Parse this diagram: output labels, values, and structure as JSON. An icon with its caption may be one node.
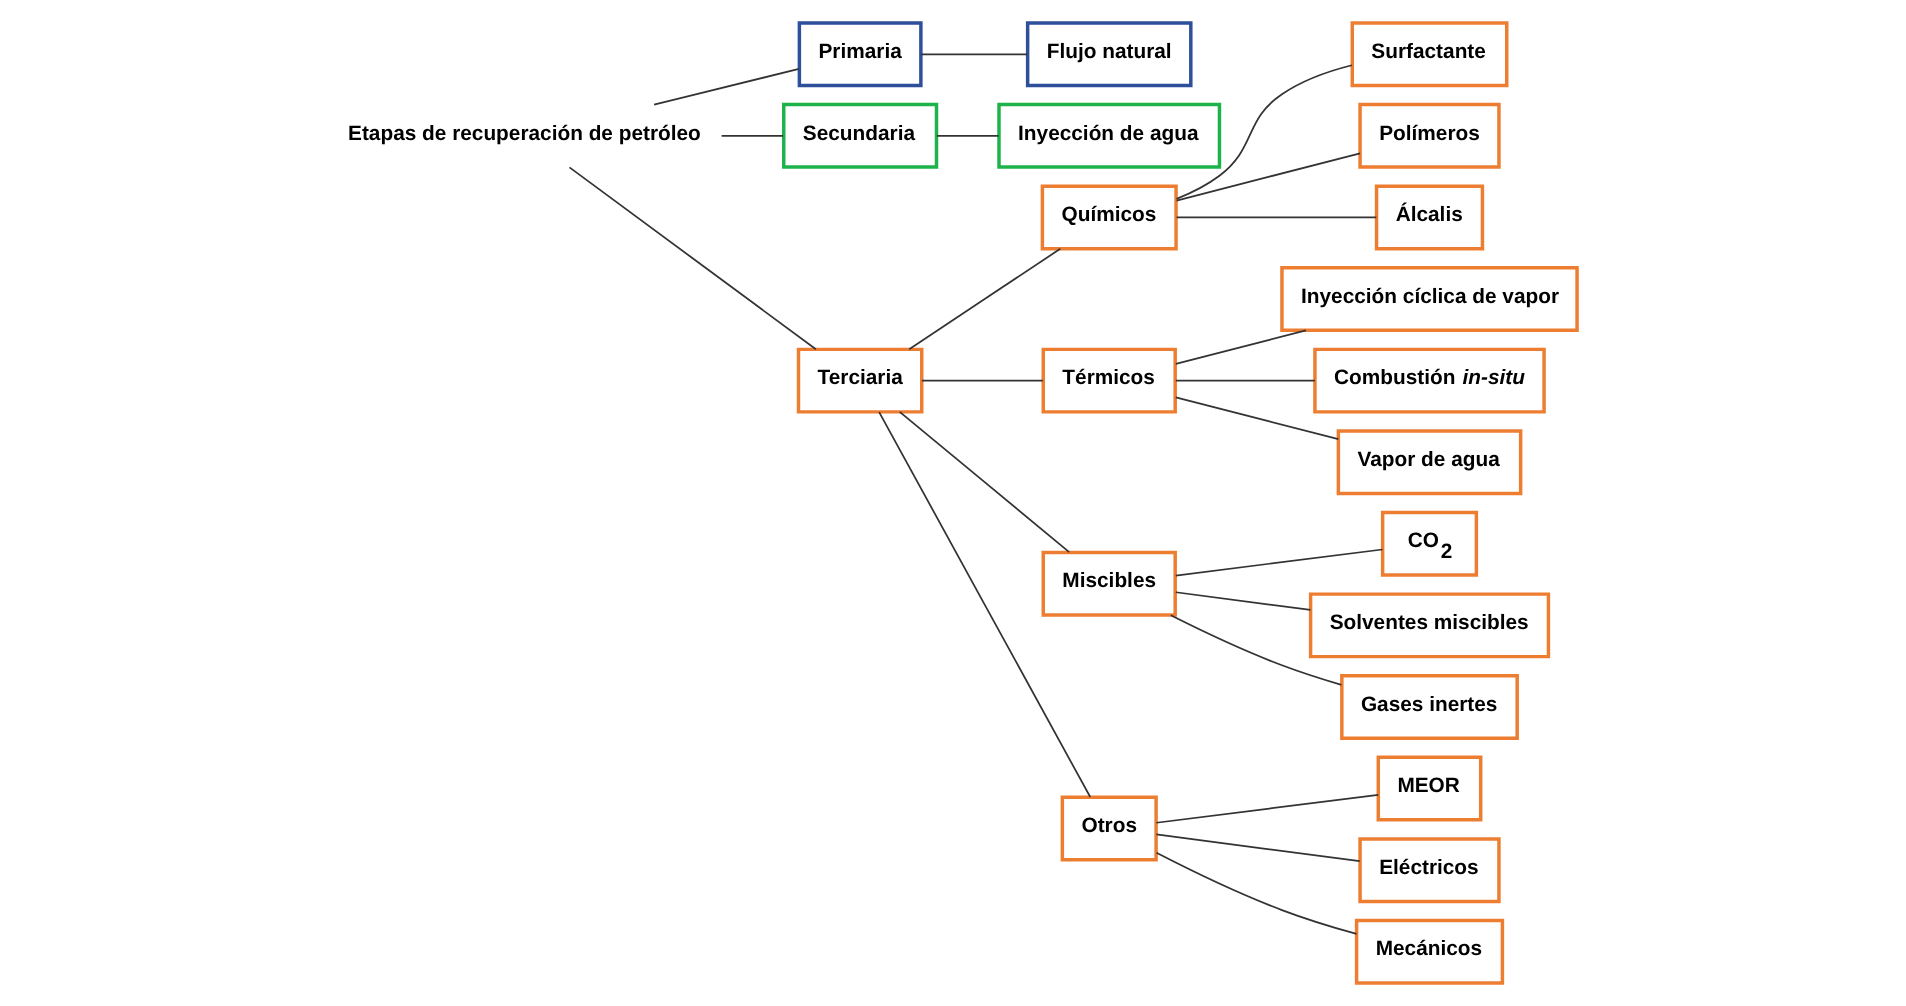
{
  "diagram": {
    "nodes": [
      {
        "text": [
          "Etapas de recuperación de petróleo"
        ]
      },
      {
        "text": [
          "Primaria"
        ]
      },
      {
        "text": [
          "Flujo natural"
        ]
      },
      {
        "text": [
          "Secundaria"
        ]
      },
      {
        "text": [
          "Inyección de agua"
        ]
      },
      {
        "text": [
          "Terciaria"
        ]
      },
      {
        "text": [
          "Químicos"
        ]
      },
      {
        "text": [
          "Surfactante"
        ]
      },
      {
        "text": [
          "Polímeros"
        ]
      },
      {
        "text": [
          "Álcalis"
        ]
      },
      {
        "text": [
          "Térmicos"
        ]
      },
      {
        "text": [
          "Inyección cíclica de vapor"
        ]
      },
      {
        "text": [
          "Combustión *in-situ*"
        ]
      },
      {
        "text": [
          "Vapor de agua"
        ]
      },
      {
        "text": [
          "Miscibles"
        ]
      },
      {
        "text": [
          "CO$_{2}$"
        ]
      },
      {
        "text": [
          "Solventes miscibles"
        ]
      },
      {
        "text": [
          "Gases inertes"
        ]
      },
      {
        "text": [
          "Otros"
        ]
      },
      {
        "text": [
          "MEOR"
        ]
      },
      {
        "text": [
          "Eléctricos"
        ]
      },
      {
        "text": [
          "Mecánicos"
        ]
      }
    ],
    "edges": [
      {
        "from": 0,
        "to": 1,
        "arrow": "none"
      },
      {
        "from": 0,
        "to": 3,
        "arrow": "none"
      },
      {
        "from": 0,
        "to": 5,
        "arrow": "none"
      },
      {
        "from": 1,
        "to": 2,
        "arrow": "none"
      },
      {
        "from": 3,
        "to": 4,
        "arrow": "none"
      },
      {
        "from": 5,
        "to": 6,
        "arrow": "none"
      },
      {
        "from": 5,
        "to": 10,
        "arrow": "none"
      },
      {
        "from": 5,
        "to": 14,
        "arrow": "none"
      },
      {
        "from": 5,
        "to": 18,
        "arrow": "none"
      },
      {
        "from": 6,
        "to": 7,
        "arrow": "none"
      },
      {
        "from": 6,
        "to": 8,
        "arrow": "none"
      },
      {
        "from": 6,
        "to": 9,
        "arrow": "none"
      },
      {
        "from": 10,
        "to": 11,
        "arrow": "none"
      },
      {
        "from": 10,
        "to": 12,
        "arrow": "none"
      },
      {
        "from": 10,
        "to": 13,
        "arrow": "none"
      },
      {
        "from": 14,
        "to": 15,
        "arrow": "none"
      },
      {
        "from": 14,
        "to": 16,
        "arrow": "none"
      },
      {
        "from": 14,
        "to": 17,
        "arrow": "none"
      },
      {
        "from": 18,
        "to": 19,
        "arrow": "none"
      },
      {
        "from": 18,
        "to": 20,
        "arrow": "none"
      },
      {
        "from": 18,
        "to": 21,
        "arrow": "none"
      }
    ]
  }
}
